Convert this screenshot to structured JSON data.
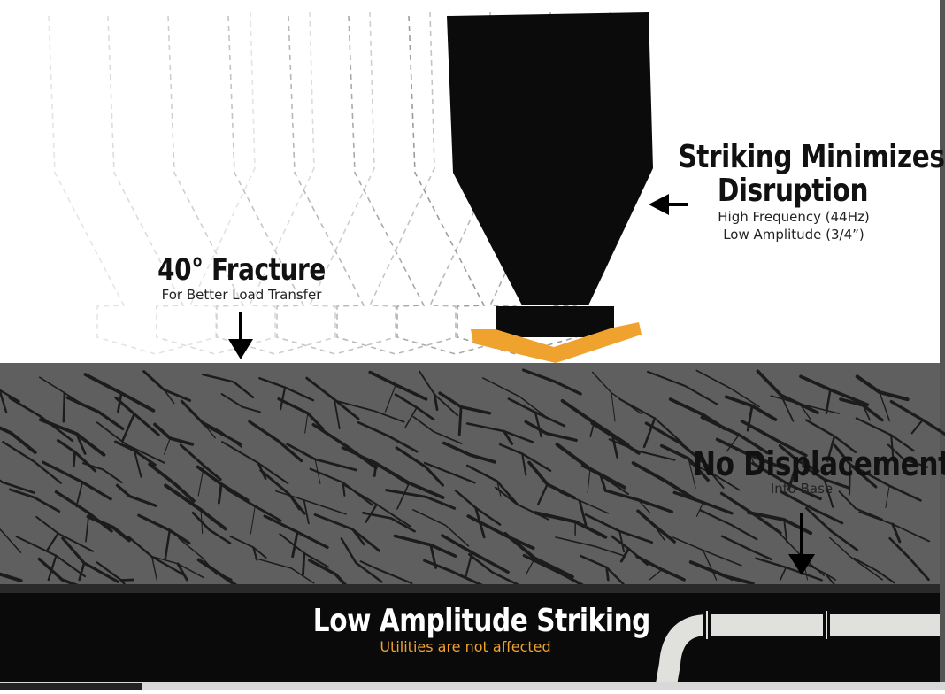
{
  "labels": {
    "fracture": {
      "title": "40° Fracture",
      "subtitle": "For Better Load Transfer"
    },
    "striking": {
      "title_line1": "Striking Minimizes",
      "title_line2": "Disruption",
      "detail_line1": "High Frequency (44Hz)",
      "detail_line2": "Low Amplitude (3/4”)"
    },
    "displacement": {
      "title": "No Displacement",
      "subtitle": "Into Base"
    },
    "base": {
      "title": "Low Amplitude Striking",
      "subtitle": "Utilities are not affected"
    }
  },
  "colors": {
    "background": "#ffffff",
    "pavement": "#5f5f5f",
    "cracks": "#1c1c1c",
    "hammer": "#0b0b0b",
    "strike_plate": "#f0a22f",
    "base_band": "#0a0a0a",
    "pipe": "#e0e0dc",
    "accent_text": "#f0a22f",
    "heading_text": "#111111"
  },
  "icons": [
    "arrow-down-icon",
    "arrow-left-icon",
    "hammer-icon"
  ]
}
